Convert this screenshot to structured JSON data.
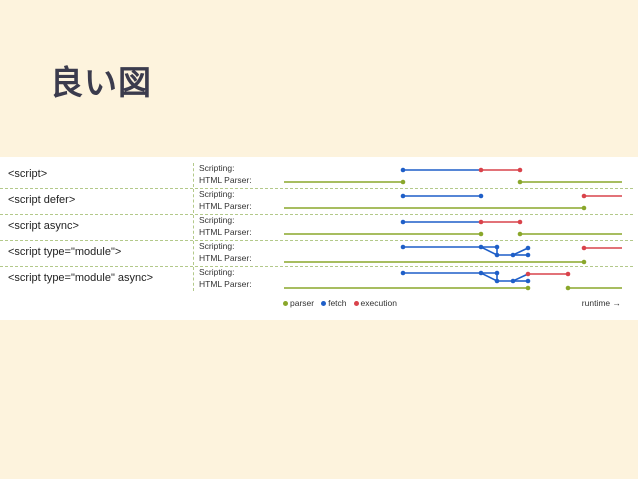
{
  "slide": {
    "title": "良い図"
  },
  "diagram": {
    "labels": {
      "scripting": "Scripting:",
      "parser": "HTML Parser:"
    },
    "colors": {
      "parser": "#8aa72b",
      "fetch": "#1f5fc8",
      "execution": "#d9434b"
    },
    "rows": [
      {
        "tag": "<script>"
      },
      {
        "tag": "<script defer>"
      },
      {
        "tag": "<script async>"
      },
      {
        "tag": "<script type=\"module\">"
      },
      {
        "tag": "<script type=\"module\" async>"
      }
    ],
    "legend": {
      "parser": "parser",
      "fetch": "fetch",
      "execution": "execution"
    },
    "runtime": "runtime →"
  }
}
